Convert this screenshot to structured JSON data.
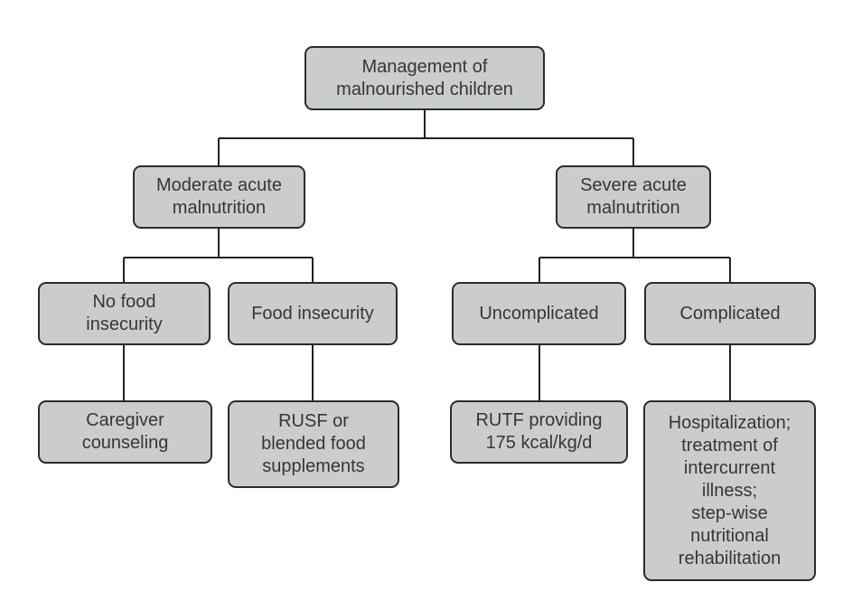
{
  "diagram": {
    "type": "flowchart",
    "title": "Management of malnourished children",
    "colors": {
      "background": "#ffffff",
      "box_fill": "#cbcdcc",
      "box_border": "#2b2b2b",
      "connector_line": "#222222",
      "text": "#363636"
    },
    "nodes": {
      "root": {
        "label": "Management of\nmalnourished children"
      },
      "moderate": {
        "label": "Moderate acute\nmalnutrition"
      },
      "severe": {
        "label": "Severe acute\nmalnutrition"
      },
      "no_food_insecurity": {
        "label": "No food\ninsecurity"
      },
      "food_insecurity": {
        "label": "Food insecurity"
      },
      "uncomplicated": {
        "label": "Uncomplicated"
      },
      "complicated": {
        "label": "Complicated"
      },
      "caregiver_counseling": {
        "label": "Caregiver\ncounseling"
      },
      "rusf_supplements": {
        "label": "RUSF or\nblended food\nsupplements"
      },
      "rutf": {
        "label": "RUTF providing\n175 kcal/kg/d"
      },
      "hospitalization": {
        "label": "Hospitalization;\ntreatment of\nintercurrent\nillness;\nstep-wise\nnutritional\nrehabilitation"
      }
    },
    "edges": [
      {
        "from": "root",
        "to": "moderate"
      },
      {
        "from": "root",
        "to": "severe"
      },
      {
        "from": "moderate",
        "to": "no_food_insecurity"
      },
      {
        "from": "moderate",
        "to": "food_insecurity"
      },
      {
        "from": "severe",
        "to": "uncomplicated"
      },
      {
        "from": "severe",
        "to": "complicated"
      },
      {
        "from": "no_food_insecurity",
        "to": "caregiver_counseling"
      },
      {
        "from": "food_insecurity",
        "to": "rusf_supplements"
      },
      {
        "from": "uncomplicated",
        "to": "rutf"
      },
      {
        "from": "complicated",
        "to": "hospitalization"
      }
    ]
  }
}
